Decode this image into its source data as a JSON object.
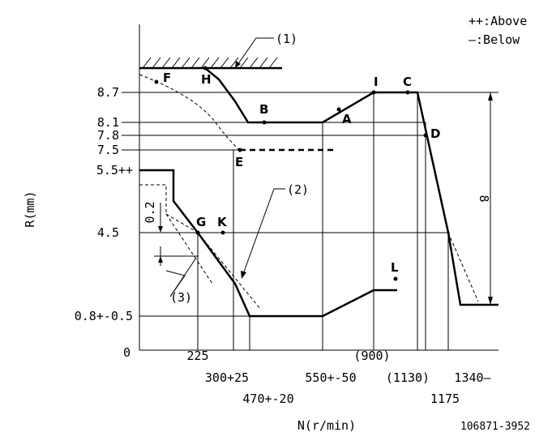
{
  "legend": {
    "above": "++:Above",
    "below": "—:Below"
  },
  "axes": {
    "y_title": "R(mm)",
    "x_title": "N(r/min)",
    "origin": "0"
  },
  "y_ticks": {
    "t87": "8.7",
    "t81": "8.1",
    "t78": "7.8",
    "t75": "7.5",
    "t55": "5.5++",
    "t45": "4.5",
    "t08": "0.8+-0.5"
  },
  "x_ticks": {
    "t225": "225",
    "t300": "300+25",
    "t470": "470+-20",
    "t550": "550+-50",
    "t900": "(900)",
    "t1130": "(1130)",
    "t1175": "1175",
    "t1340": "1340—"
  },
  "points": {
    "F": "F",
    "H": "H",
    "B": "B",
    "A": "A",
    "I": "I",
    "C": "C",
    "D": "D",
    "E": "E",
    "G": "G",
    "K": "K",
    "L": "L"
  },
  "callouts": {
    "c1": "(1)",
    "c2": "(2)",
    "c3": "(3)"
  },
  "dims": {
    "v02": "0.2",
    "v8": "8"
  },
  "figure_id": "106871-3952"
}
